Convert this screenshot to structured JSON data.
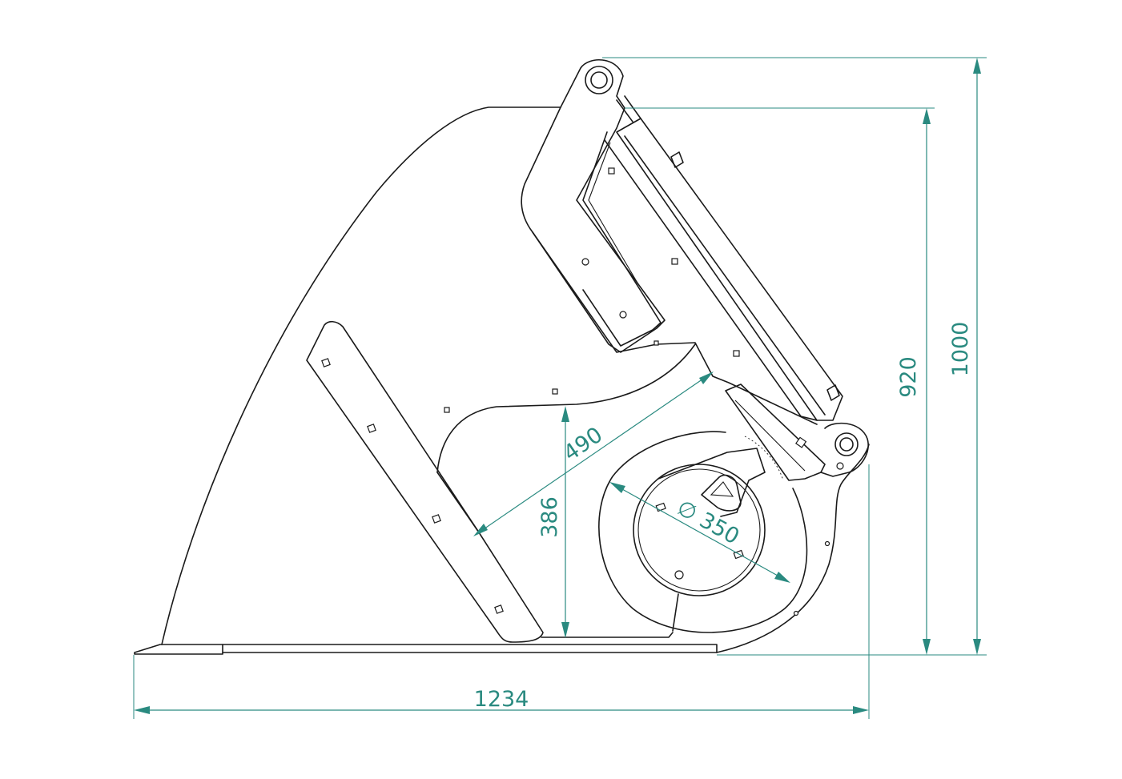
{
  "diagram": {
    "dimensions": {
      "width_total": "1234",
      "height_total": "1000",
      "height_body": "920",
      "depth": "490",
      "rise": "386",
      "diameter": "∅ 350"
    },
    "colors": {
      "outline": "#1a1a1a",
      "dimension": "#2a8a80",
      "background": "#ffffff"
    }
  }
}
